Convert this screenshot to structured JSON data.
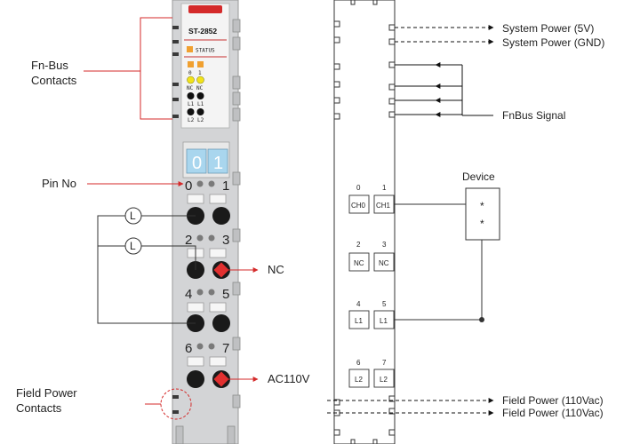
{
  "module": {
    "model": "ST-2852",
    "status_label": "STATUS",
    "led_numbers": [
      "0",
      "1"
    ],
    "led_rows": [
      [
        "NC",
        "NC"
      ],
      [
        "L1",
        "L1"
      ],
      [
        "L2",
        "L2"
      ]
    ],
    "window_digits": [
      "0",
      "1"
    ],
    "pin_numbers": [
      "0",
      "1",
      "2",
      "3",
      "4",
      "5",
      "6",
      "7"
    ]
  },
  "callouts": {
    "fn_bus_contacts_line1": "Fn-Bus",
    "fn_bus_contacts_line2": "Contacts",
    "pin_no": "Pin No",
    "load_symbol": "L",
    "nc": "NC",
    "ac110v": "AC110V",
    "field_power_contacts_line1": "Field Power",
    "field_power_contacts_line2": "Contacts"
  },
  "schematic": {
    "system_power_5v": "System Power (5V)",
    "system_power_gnd": "System Power (GND)",
    "fnbus_signal": "FnBus Signal",
    "device": "Device",
    "device_mark": "*",
    "field_power_1": "Field Power (110Vac)",
    "field_power_2": "Field Power (110Vac)",
    "terminals": [
      {
        "num": "0",
        "label": "CH0"
      },
      {
        "num": "1",
        "label": "CH1"
      },
      {
        "num": "2",
        "label": "NC"
      },
      {
        "num": "3",
        "label": "NC"
      },
      {
        "num": "4",
        "label": "L1"
      },
      {
        "num": "5",
        "label": "L1"
      },
      {
        "num": "6",
        "label": "L2"
      },
      {
        "num": "7",
        "label": "L2"
      }
    ]
  },
  "colors": {
    "accent_red": "#d42a2a",
    "status_orange": "#f0a030",
    "led_yellow": "#f2e21a",
    "window_blue": "#a9d6ee",
    "module_gray": "#cfd0d2"
  }
}
